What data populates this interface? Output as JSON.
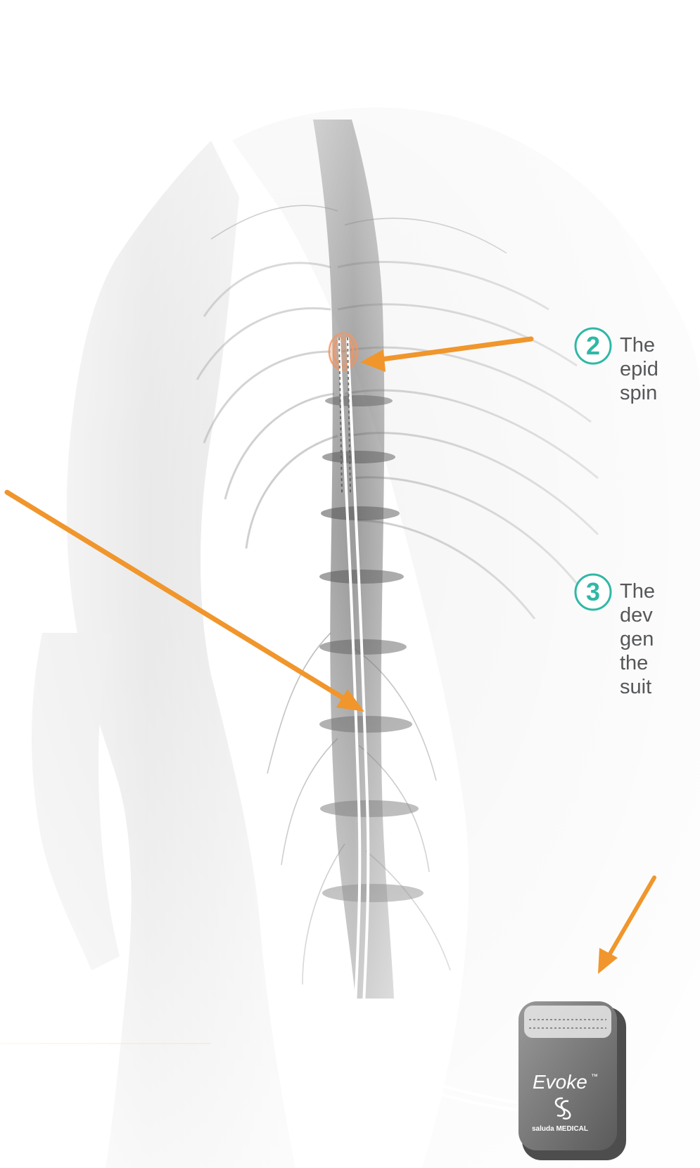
{
  "steps": [
    {
      "number": "2",
      "lines": [
        "The",
        "epid",
        "spin"
      ]
    },
    {
      "number": "3",
      "lines": [
        "The",
        "dev",
        "gen",
        "the",
        "suit"
      ]
    }
  ],
  "device": {
    "brand": "Evoke",
    "trademark": "™",
    "maker": "saluda MEDICAL"
  },
  "colors": {
    "arrow": "#f0962c",
    "badge": "#2fb8a6",
    "text": "#555759",
    "stimulation": "#ef7a3a"
  },
  "icons": [
    "circled-number-icon",
    "arrow-icon",
    "saluda-logo-icon"
  ]
}
